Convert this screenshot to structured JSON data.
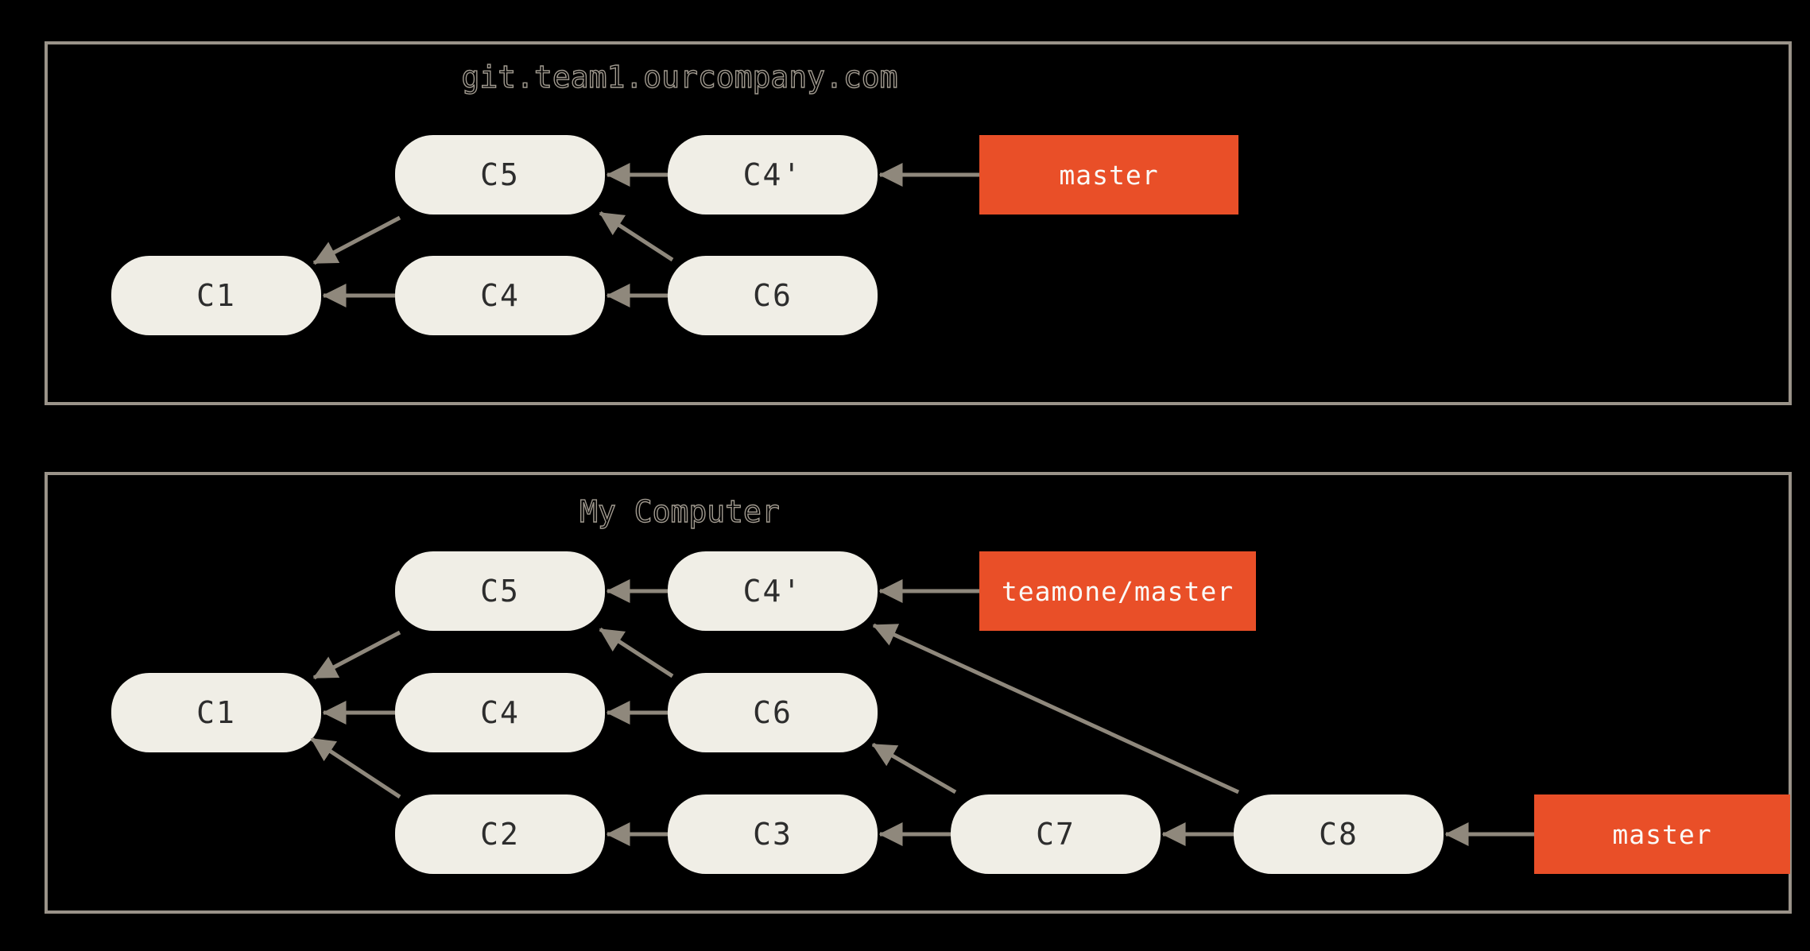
{
  "colors": {
    "background": "#000000",
    "panel_border": "#9a9389",
    "node_fill": "#f0eee6",
    "node_text": "#2d2d2d",
    "arrow": "#8f887c",
    "branch_bg": "#e94f28",
    "branch_text": "#fbfaf7",
    "title_outline": "#a19a8f"
  },
  "panels": [
    {
      "title": "git.team1.ourcompany.com",
      "nodes": {
        "c1": {
          "label": "C1"
        },
        "c4": {
          "label": "C4"
        },
        "c5": {
          "label": "C5"
        },
        "c4p": {
          "label": "C4'"
        },
        "c6": {
          "label": "C6"
        }
      },
      "branches": {
        "master": {
          "label": "master"
        }
      },
      "edges": [
        [
          "C4'",
          "C5"
        ],
        [
          "master",
          "C4'"
        ],
        [
          "C5",
          "C1"
        ],
        [
          "C4",
          "C1"
        ],
        [
          "C6",
          "C4"
        ],
        [
          "C6",
          "C5"
        ]
      ]
    },
    {
      "title": "My Computer",
      "nodes": {
        "c1": {
          "label": "C1"
        },
        "c2": {
          "label": "C2"
        },
        "c3": {
          "label": "C3"
        },
        "c4": {
          "label": "C4"
        },
        "c5": {
          "label": "C5"
        },
        "c4p": {
          "label": "C4'"
        },
        "c6": {
          "label": "C6"
        },
        "c7": {
          "label": "C7"
        },
        "c8": {
          "label": "C8"
        }
      },
      "branches": {
        "teamone_master": {
          "label": "teamone/master"
        },
        "master": {
          "label": "master"
        }
      },
      "edges": [
        [
          "C4'",
          "C5"
        ],
        [
          "teamone/master",
          "C4'"
        ],
        [
          "C5",
          "C1"
        ],
        [
          "C4",
          "C1"
        ],
        [
          "C6",
          "C4"
        ],
        [
          "C6",
          "C5"
        ],
        [
          "C2",
          "C1"
        ],
        [
          "C3",
          "C2"
        ],
        [
          "C7",
          "C3"
        ],
        [
          "C8",
          "C7"
        ],
        [
          "master",
          "C8"
        ],
        [
          "C7",
          "C6"
        ],
        [
          "C8",
          "C4'"
        ]
      ]
    }
  ]
}
